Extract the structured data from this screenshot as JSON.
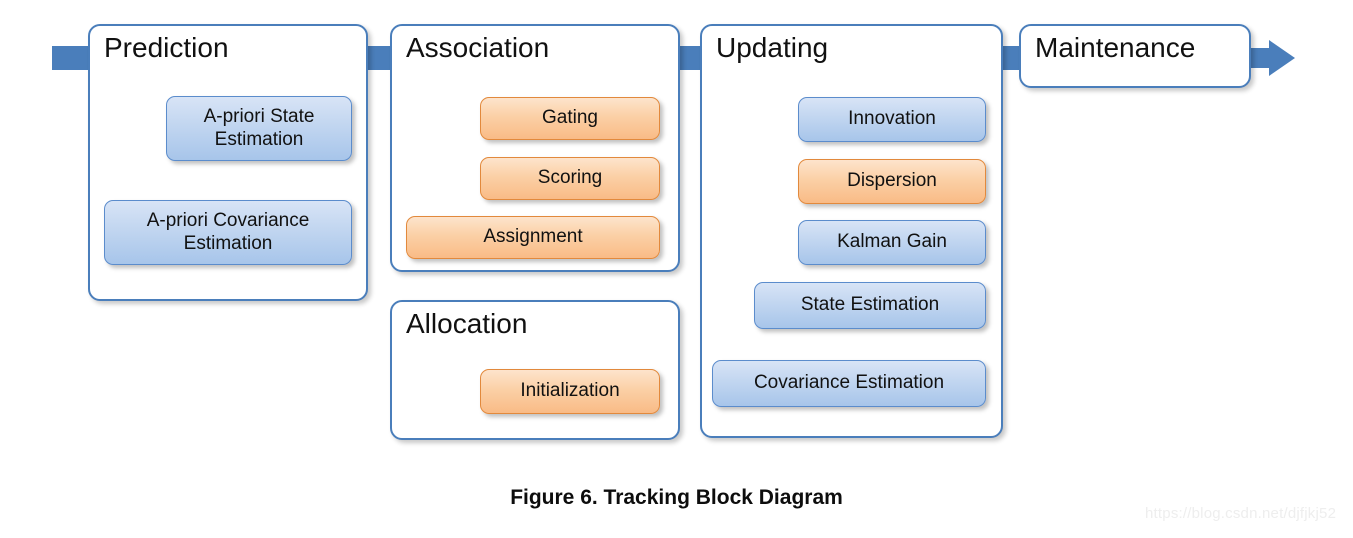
{
  "figure": {
    "caption": "Figure 6. Tracking Block Diagram",
    "watermark": "https://blog.csdn.net/djfjkj52"
  },
  "colors": {
    "flow_blue": "#4a7ebb",
    "stage_border": "#4a7ebb",
    "pill_blue_fill": "#a7c5ea",
    "pill_blue_border": "#5b8ccc",
    "pill_orange_fill": "#f9bb86",
    "pill_orange_border": "#e2893c",
    "background": "#ffffff",
    "text": "#111111"
  },
  "stages": [
    {
      "id": "prediction",
      "title": "Prediction",
      "items": [
        {
          "label": "A-priori State Estimation",
          "color": "blue"
        },
        {
          "label": "A-priori Covariance Estimation",
          "color": "blue"
        }
      ]
    },
    {
      "id": "association",
      "title": "Association",
      "items": [
        {
          "label": "Gating",
          "color": "orange"
        },
        {
          "label": "Scoring",
          "color": "orange"
        },
        {
          "label": "Assignment",
          "color": "orange"
        }
      ]
    },
    {
      "id": "allocation",
      "title": "Allocation",
      "items": [
        {
          "label": "Initialization",
          "color": "orange"
        }
      ]
    },
    {
      "id": "updating",
      "title": "Updating",
      "items": [
        {
          "label": "Innovation",
          "color": "blue"
        },
        {
          "label": "Dispersion",
          "color": "orange"
        },
        {
          "label": "Kalman Gain",
          "color": "blue"
        },
        {
          "label": "State Estimation",
          "color": "blue"
        },
        {
          "label": "Covariance Estimation",
          "color": "blue"
        }
      ]
    },
    {
      "id": "maintenance",
      "title": "Maintenance",
      "items": []
    }
  ]
}
